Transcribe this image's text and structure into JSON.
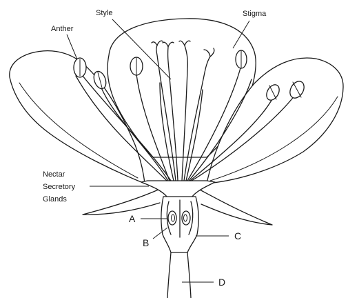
{
  "labels": {
    "anther": "Anther",
    "style": "Style",
    "stigma": "Stigma",
    "nectar_line1": "Nectar",
    "nectar_line2": "Secretory",
    "nectar_line3": "Glands",
    "a": "A",
    "b": "B",
    "c": "C",
    "d": "D"
  }
}
